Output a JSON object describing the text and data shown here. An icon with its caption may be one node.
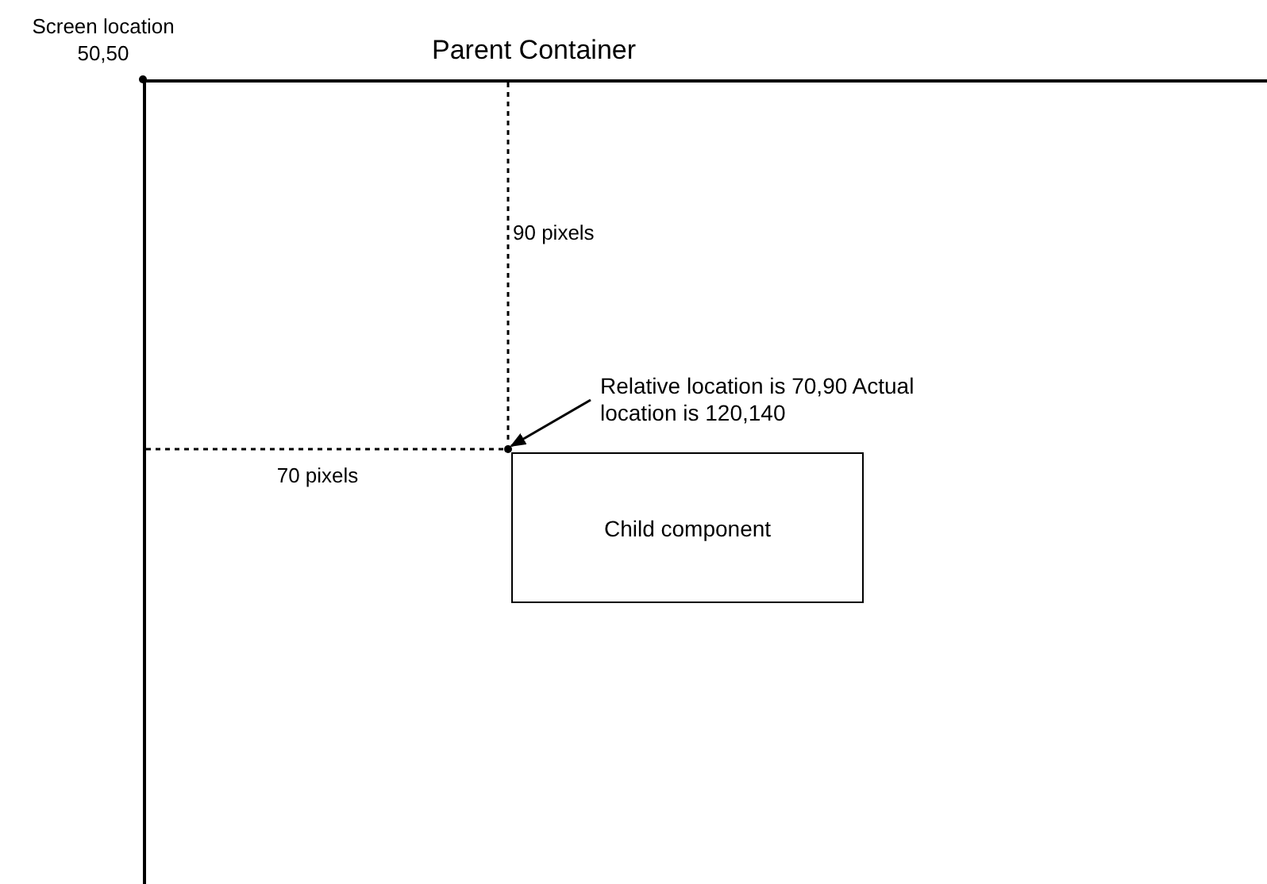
{
  "diagram": {
    "nodes": [
      {
        "text": [
          "Parent Container"
        ]
      },
      {
        "text": [
          "Relative location is 70,90 Actual location is 120,140"
        ],
        "in": 0
      },
      {
        "text": [
          "Child component"
        ],
        "in": 0
      }
    ],
    "edges": [
      {
        "from": 1,
        "to": 2,
        "arrow": "to"
      }
    ],
    "labels": [
      "Screen location 50,50",
      "90 pixels",
      "70 pixels"
    ]
  }
}
